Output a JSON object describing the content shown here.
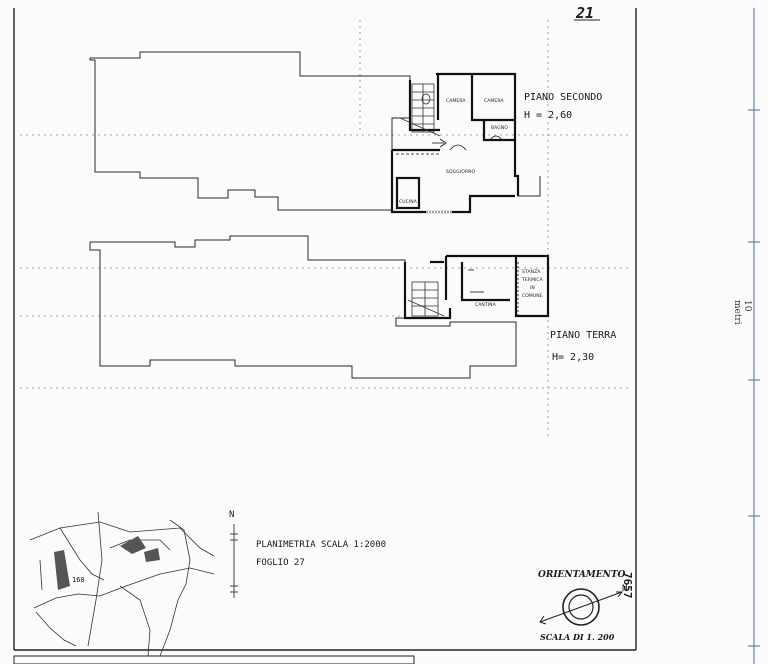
{
  "page_number": "21",
  "upper_floor": {
    "title": "PIANO SECONDO",
    "height": "H = 2,60",
    "rooms": [
      "CAMERA",
      "CAMERA",
      "BAGNO",
      "SOGGIORNO",
      "CUCINA"
    ]
  },
  "ground_floor": {
    "title": "PIANO TERRA",
    "height": "H= 2,30",
    "rooms": [
      "CANTINA"
    ],
    "thermal_room": [
      "STANZA",
      "TERMICA",
      "IN",
      "COMUNE"
    ]
  },
  "site_plan": {
    "parcel_number": "160",
    "north_mark": "N",
    "caption_scale": "PLANIMETRIA SCALA 1:2000",
    "caption_sheet": "FOGLIO 27"
  },
  "orientation": {
    "title": "ORIENTAMENTO",
    "north_mark": "N",
    "scale": "SCALA DI 1. 200",
    "side_note": "7657"
  },
  "scale_bar": {
    "label": "10 metri"
  }
}
